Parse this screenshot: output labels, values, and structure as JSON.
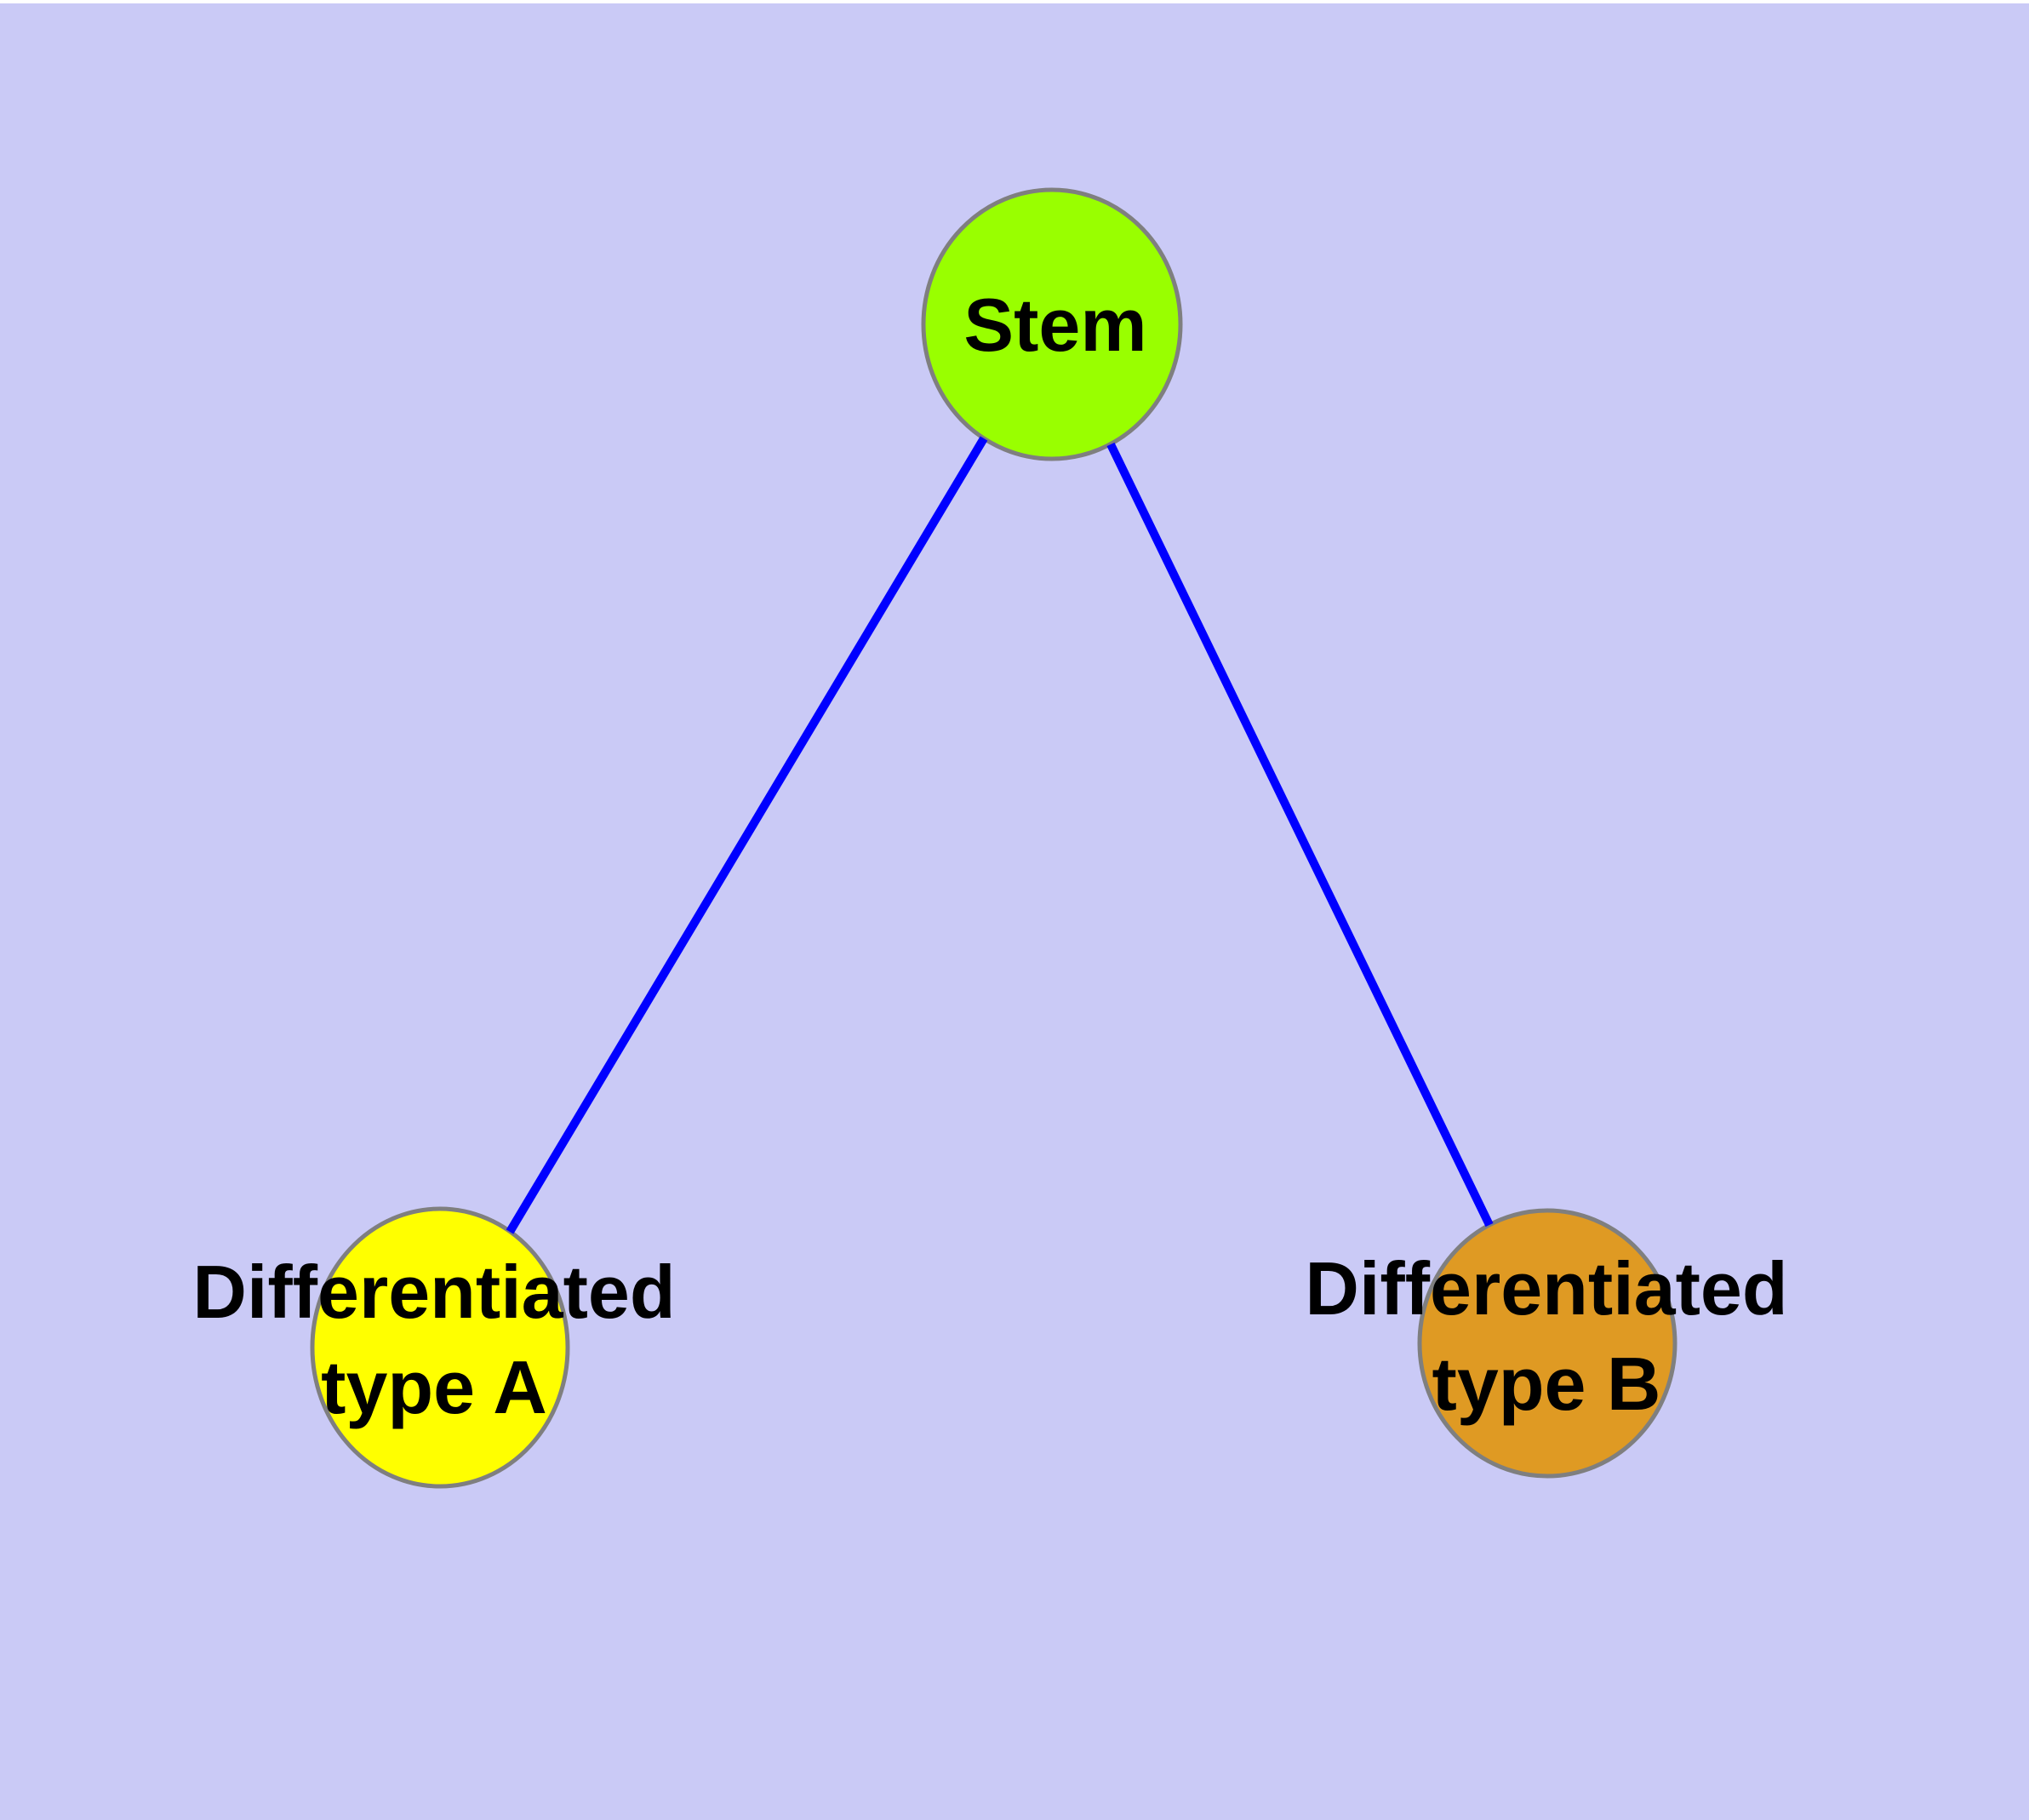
{
  "graph": {
    "background_color": "#CACAF6",
    "node_border_color": "#7F7F7F",
    "edge_color": "#0000FF",
    "label_color": "#000000",
    "nodes": [
      {
        "id": "stem",
        "label": "Stem",
        "fill": "#99FF00"
      },
      {
        "id": "type-a",
        "label": "Differentiated type A",
        "label_line1": "Differentiated",
        "label_line2": "type A",
        "fill": "#FFFF00"
      },
      {
        "id": "type-b",
        "label": "Differentiated type B",
        "label_line1": "Differentiated",
        "label_line2": "type B",
        "fill": "#DF9A23"
      }
    ],
    "edges": [
      {
        "from": "Stem",
        "to": "Differentiated type A"
      },
      {
        "from": "Stem",
        "to": "Differentiated type B"
      }
    ]
  }
}
